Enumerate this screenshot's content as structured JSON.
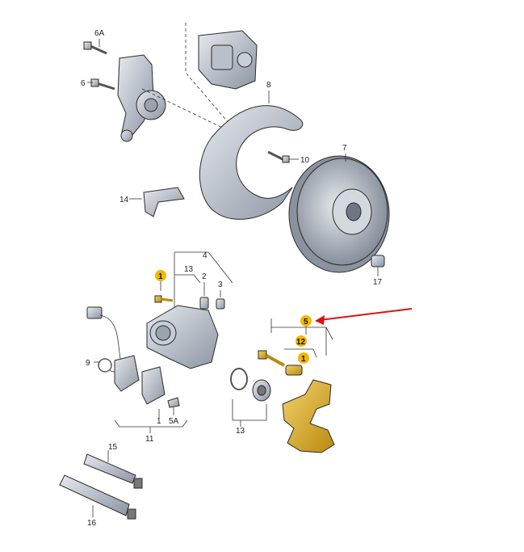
{
  "colors": {
    "highlight_badge": "#f2b800",
    "arrow": "#e01010",
    "gold_part": "#d9a91a",
    "metal_light": "#cfd4dc",
    "metal_dark": "#8c95a3",
    "line": "#333333"
  },
  "labels": {
    "l6A": "6A",
    "l6": "6",
    "l8": "8",
    "l10": "10",
    "l7": "7",
    "l14": "14",
    "l17": "17",
    "l1a": "1",
    "l13a": "13",
    "l4": "4",
    "l2": "2",
    "l3": "3",
    "l5": "5",
    "l12": "12",
    "l1b": "1",
    "l9": "9",
    "l13b": "13",
    "l1c": "1",
    "l5A": "5A",
    "l11": "11",
    "l15": "15",
    "l16": "16"
  },
  "icons": [
    "bolt-icon",
    "grease-tube-icon",
    "brake-disc-icon",
    "caliper-icon",
    "brake-pad-icon",
    "wear-sensor-icon",
    "highlight-arrow-icon"
  ]
}
